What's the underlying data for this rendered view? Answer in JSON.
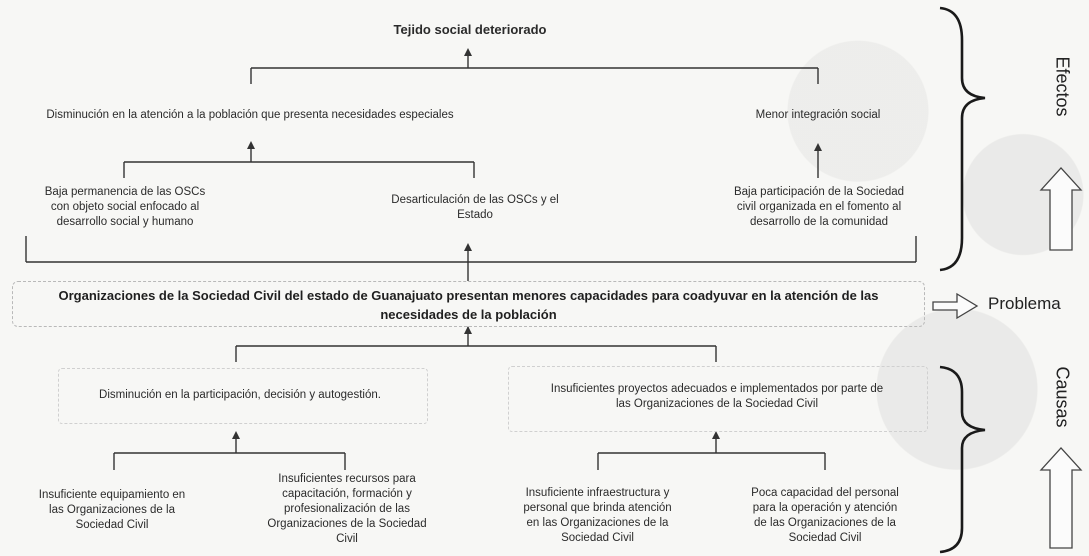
{
  "effects": {
    "top": "Tejido social deteriorado",
    "level2": [
      "Disminución en la atención a la población que presenta necesidades especiales",
      "Menor integración social"
    ],
    "level3": [
      "Baja permanencia de las OSCs\ncon objeto social enfocado al\ndesarrollo social y humano",
      "Desarticulación de las OSCs y el\nEstado",
      "Baja participación de la Sociedad\ncivil organizada en el fomento al\ndesarrollo de la comunidad"
    ]
  },
  "problem": "Organizaciones de la Sociedad Civil del estado de Guanajuato presentan menores capacidades para coadyuvar en la atención de las\nnecesidades de la población",
  "causes": {
    "level1": [
      "Disminución en la  participación, decisión y autogestión.",
      "Insuficientes proyectos adecuados e implementados por parte  de\nlas Organizaciones de la Sociedad Civil"
    ],
    "level2": [
      "Insuficiente equipamiento en\nlas Organizaciones de la\nSociedad Civil",
      "Insuficientes recursos para\ncapacitación, formación y\nprofesionalización de las\nOrganizaciones de la Sociedad\nCivil",
      "Insuficiente infraestructura y\npersonal que brinda atención\nen las Organizaciones de la\nSociedad Civil",
      "Poca capacidad del personal\npara  la operación y atención\nde las Organizaciones de la\nSociedad Civil"
    ]
  },
  "side_labels": {
    "effects": "Efectos",
    "problem": "Problema",
    "causes": "Causas"
  }
}
